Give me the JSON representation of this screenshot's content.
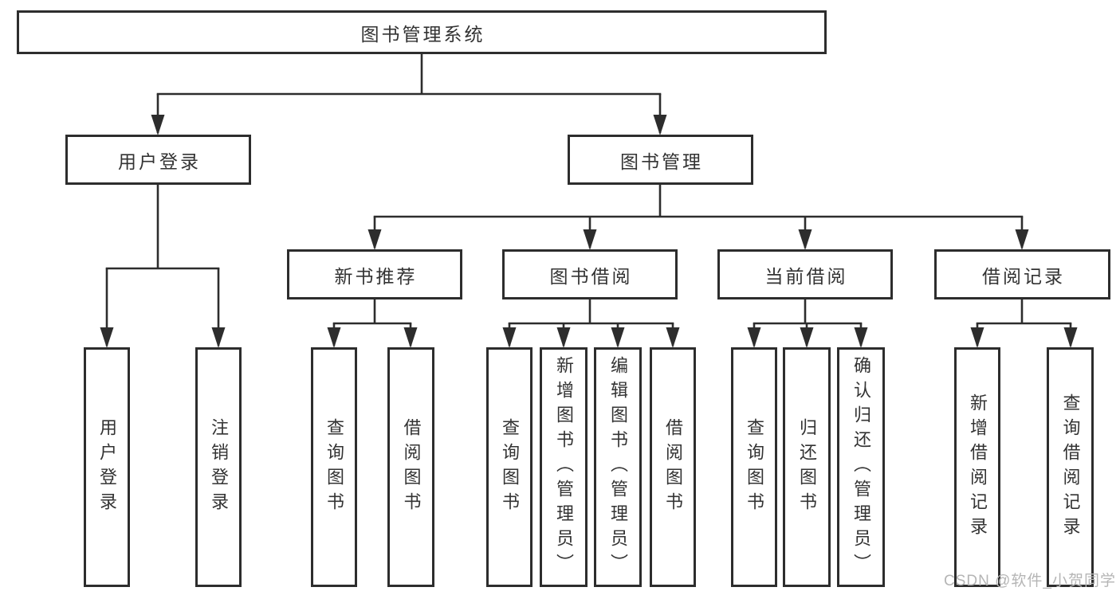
{
  "diagram": {
    "watermark": "CSDN @软件_小贺同学",
    "colors": {
      "line": "#2d2d2d",
      "box_border": "#2d2d2d",
      "box_fill": "#ffffff",
      "text": "#333333",
      "watermark": "#b5b5b5",
      "background": "#ffffff"
    },
    "nodes": {
      "root": {
        "label": "图书管理系统"
      },
      "user_login": {
        "label": "用户登录"
      },
      "book_mgmt": {
        "label": "图书管理"
      },
      "new_book_rec": {
        "label": "新书推荐"
      },
      "book_borrow": {
        "label": "图书借阅"
      },
      "current_borrow": {
        "label": "当前借阅"
      },
      "borrow_records": {
        "label": "借阅记录"
      },
      "leaf_user_login": {
        "label": "用户登录"
      },
      "leaf_logout": {
        "label": "注销登录"
      },
      "leaf_query_book_1": {
        "label": "查询图书"
      },
      "leaf_borrow_book_1": {
        "label": "借阅图书"
      },
      "leaf_query_book_2": {
        "label": "查询图书"
      },
      "leaf_add_book": {
        "label": "新增图书（管理员）"
      },
      "leaf_edit_book": {
        "label": "编辑图书（管理员）"
      },
      "leaf_borrow_book_2": {
        "label": "借阅图书"
      },
      "leaf_query_book_3": {
        "label": "查询图书"
      },
      "leaf_return_book": {
        "label": "归还图书"
      },
      "leaf_confirm_return": {
        "label": "确认归还（管理员）"
      },
      "leaf_add_record": {
        "label": "新增借阅记录"
      },
      "leaf_query_record": {
        "label": "查询借阅记录"
      }
    }
  }
}
